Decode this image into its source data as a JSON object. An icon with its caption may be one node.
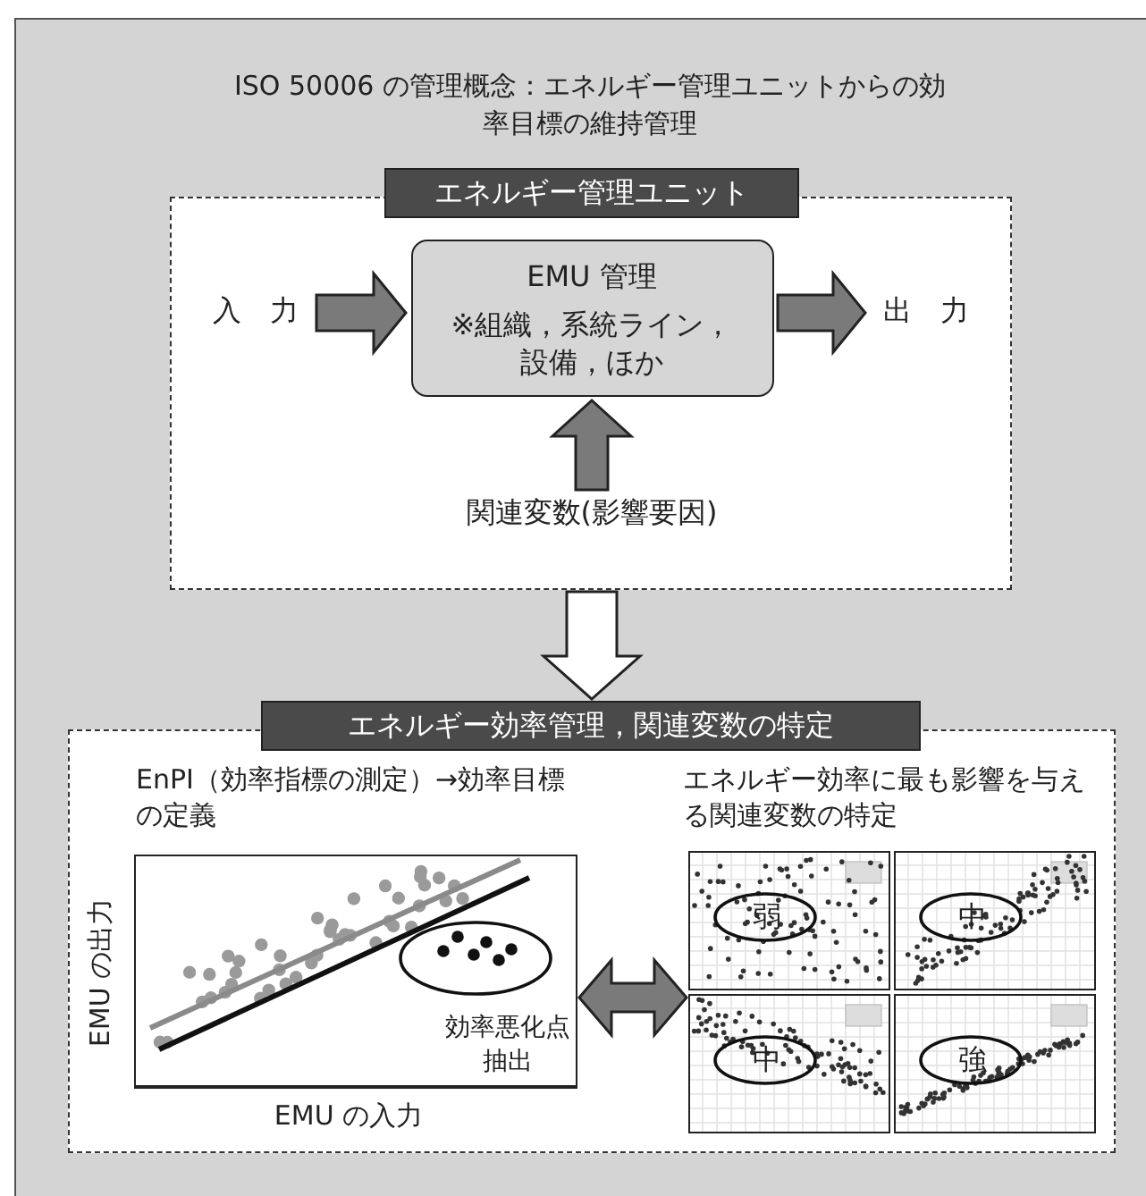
{
  "diagram": {
    "title": "ISO 50006 の管理概念：エネルギー管理ユニットからの効率目標の維持管理",
    "nodes": [
      {
        "text": [
          "エネルギー管理ユニット"
        ]
      },
      {
        "text": [
          "入　力"
        ],
        "in": 0
      },
      {
        "text": [
          "EMU 管理",
          "※組織，系統ライン，設備，ほか"
        ],
        "in": 0
      },
      {
        "text": [
          "出　力"
        ],
        "in": 0
      },
      {
        "text": [
          "関連変数(影響要因)"
        ],
        "in": 0
      },
      {
        "text": [
          "エネルギー効率管理，関連変数の特定"
        ]
      },
      {
        "text": [],
        "shape": "box",
        "in": 5,
        "beside": [
          "EnPI（効率指標の測定）→効率目標の定義",
          "EMU の出力",
          "EMU の入力"
        ]
      },
      {
        "text": [],
        "shape": "box",
        "in": 5,
        "beside": [
          "エネルギー効率に最も影響を与える関連変数の特定"
        ]
      }
    ],
    "edges": [
      {
        "from": 1,
        "to": 2,
        "arrow": "to"
      },
      {
        "from": 2,
        "to": 3,
        "arrow": "to"
      },
      {
        "from": 4,
        "to": 2,
        "arrow": "to"
      },
      {
        "from": 0,
        "to": 5,
        "arrow": "to",
        "color": "#ffffff"
      },
      {
        "from": 6,
        "to": 7,
        "arrow": "both"
      }
    ],
    "labels": [
      "効率悪化点抽出",
      "弱",
      "中",
      "中",
      "強"
    ]
  }
}
